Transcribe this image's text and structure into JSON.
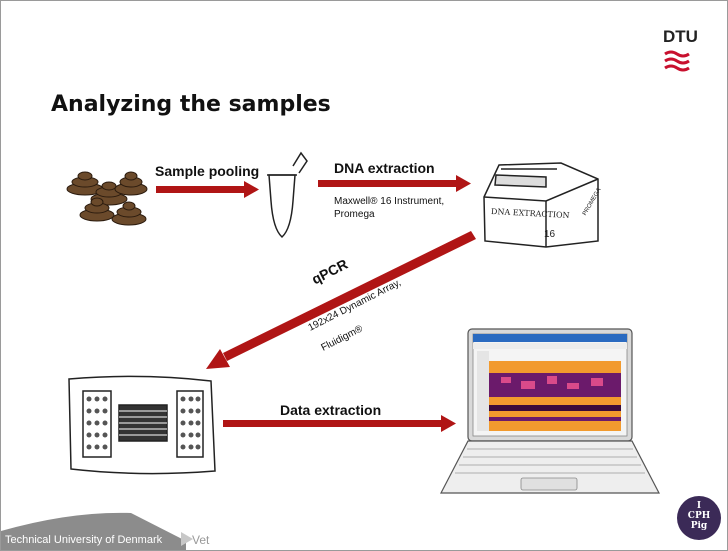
{
  "slide": {
    "title": "Analyzing the samples",
    "logo_text": "DTU",
    "steps": {
      "sample_pooling": "Sample pooling",
      "dna_extraction": "DNA extraction",
      "dna_instrument_line1": "Maxwell® 16 Instrument,",
      "dna_instrument_line2": "Promega",
      "qpcr": "qPCR",
      "qpcr_chip_line1": "192x24 Dynamic Array,",
      "qpcr_chip_line2": "Fluidigm®",
      "data_extraction": "Data extraction"
    },
    "instrument_label": "DNA EXTRACTION",
    "instrument_side_label": "PROMEGA",
    "instrument_number": "16",
    "footer": {
      "institution": "Technical University of Denmark",
      "department": "Vet"
    },
    "badge": {
      "line1": "I",
      "line2": "CPH",
      "line3": "Pig"
    }
  },
  "colors": {
    "arrow_red": "#b01515",
    "logo_red": "#c8102e",
    "footer_gray": "#8c8c8c",
    "badge_purple": "#3b2a57"
  }
}
